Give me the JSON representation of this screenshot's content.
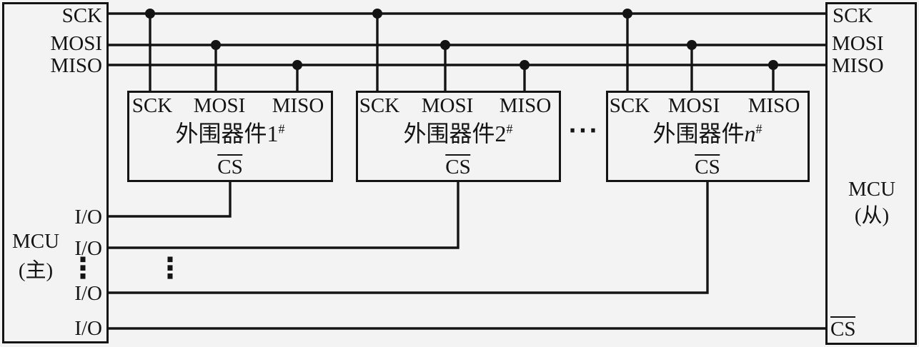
{
  "colors": {
    "background": "#f3f3f3",
    "line": "#141414"
  },
  "left_mcu": {
    "title": "MCU",
    "subtitle": "(主)",
    "pin_sck": "SCK",
    "pin_mosi": "MOSI",
    "pin_miso": "MISO",
    "pin_io1": "I/O",
    "pin_io2": "I/O",
    "pin_io3": "I/O",
    "pin_io4": "I/O",
    "pin_ellipsis": "⋮"
  },
  "right_mcu": {
    "title": "MCU",
    "subtitle": "(从)",
    "pin_sck": "SCK",
    "pin_mosi": "MOSI",
    "pin_miso": "MISO",
    "pin_cs": "CS"
  },
  "peripherals": [
    {
      "pin_sck": "SCK",
      "pin_mosi": "MOSI",
      "pin_miso": "MISO",
      "name_prefix": "外围器件",
      "name_index": "1",
      "name_sup": "#",
      "pin_cs": "CS"
    },
    {
      "pin_sck": "SCK",
      "pin_mosi": "MOSI",
      "pin_miso": "MISO",
      "name_prefix": "外围器件",
      "name_index": "2",
      "name_sup": "#",
      "pin_cs": "CS"
    },
    {
      "pin_sck": "SCK",
      "pin_mosi": "MOSI",
      "pin_miso": "MISO",
      "name_prefix": "外围器件",
      "name_index": "n",
      "name_sup": "#",
      "pin_cs": "CS"
    }
  ],
  "ellipsis_between_peripherals": "···",
  "ellipsis_io_lines": "⋮"
}
